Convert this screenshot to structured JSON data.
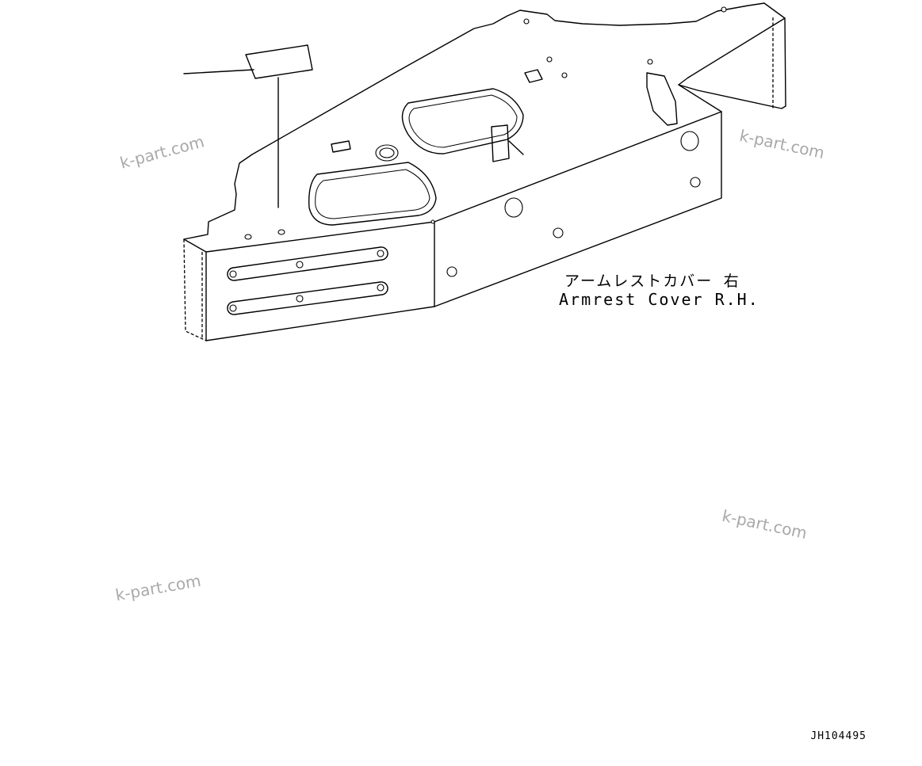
{
  "part": {
    "name_jp": "アームレストカバー 右",
    "name_en": "Armrest Cover R.H."
  },
  "watermark": "k-part.com",
  "drawing_code": "JH104495"
}
